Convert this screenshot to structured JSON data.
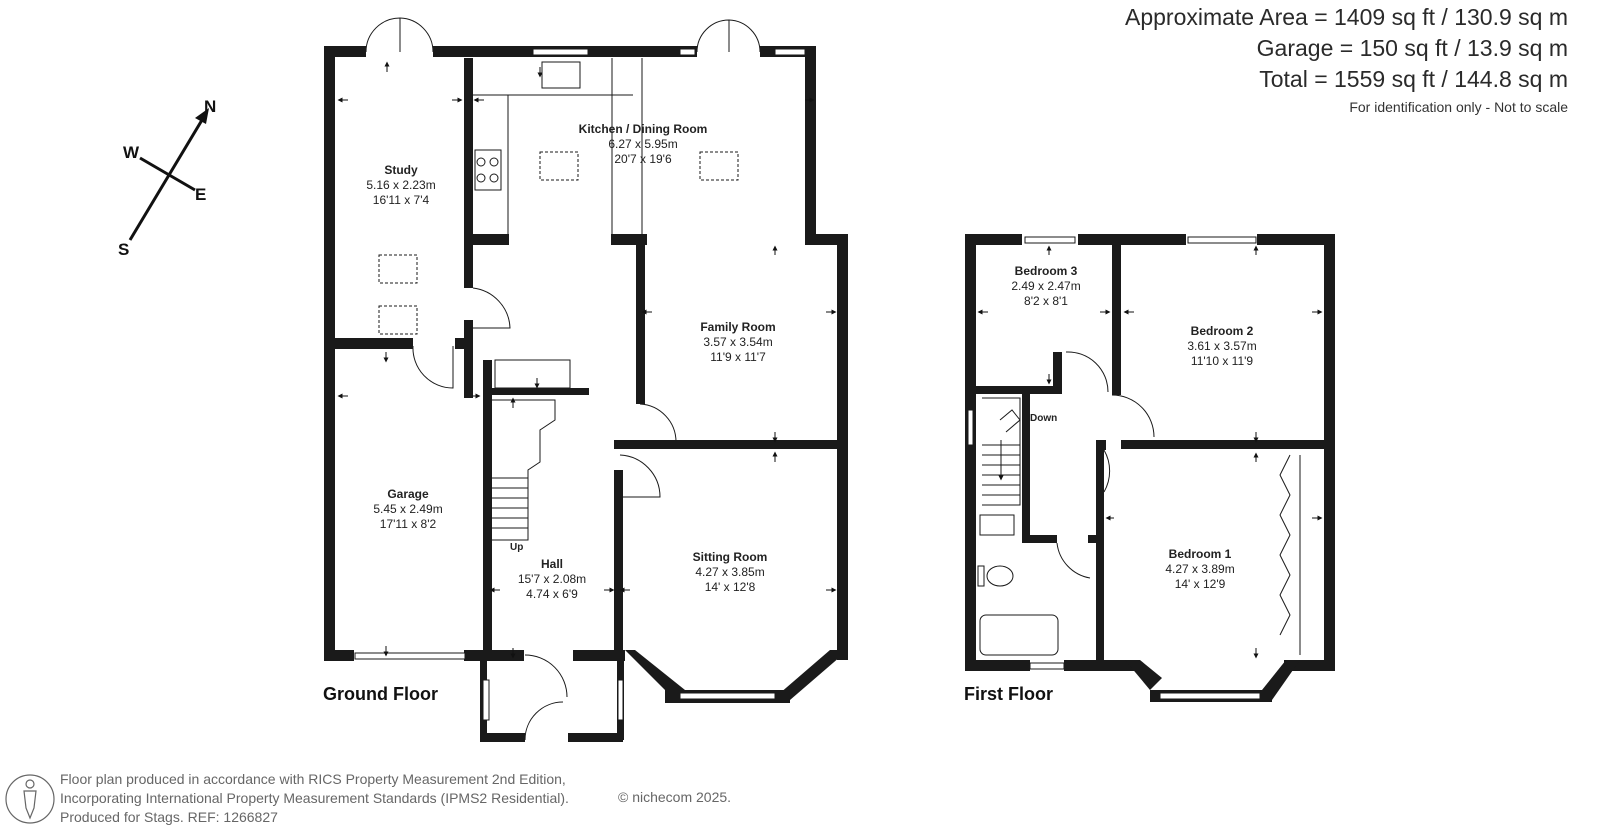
{
  "areas": {
    "approx_area": "Approximate Area = 1409 sq ft / 130.9 sq m",
    "garage": "Garage = 150 sq ft / 13.9 sq m",
    "total": "Total = 1559 sq ft / 144.8 sq m",
    "disclaimer": "For identification only - Not to scale"
  },
  "compass": {
    "n": "N",
    "e": "E",
    "s": "S",
    "w": "W"
  },
  "floors": {
    "ground": "Ground Floor",
    "first": "First Floor"
  },
  "rooms": {
    "kitchen": {
      "name": "Kitchen / Dining Room",
      "metric": "6.27 x 5.95m",
      "imperial": "20'7 x 19'6"
    },
    "study": {
      "name": "Study",
      "metric": "5.16 x 2.23m",
      "imperial": "16'11 x 7'4"
    },
    "family": {
      "name": "Family Room",
      "metric": "3.57 x 3.54m",
      "imperial": "11'9 x 11'7"
    },
    "garage": {
      "name": "Garage",
      "metric": "5.45 x 2.49m",
      "imperial": "17'11 x 8'2"
    },
    "hall": {
      "name": "Hall",
      "metric": "15'7 x 2.08m",
      "imperial": "4.74 x 6'9"
    },
    "sitting": {
      "name": "Sitting Room",
      "metric": "4.27 x 3.85m",
      "imperial": "14' x 12'8"
    },
    "bedroom3": {
      "name": "Bedroom 3",
      "metric": "2.49 x 2.47m",
      "imperial": "8'2 x 8'1"
    },
    "bedroom2": {
      "name": "Bedroom 2",
      "metric": "3.61 x 3.57m",
      "imperial": "11'10 x 11'9"
    },
    "bedroom1": {
      "name": "Bedroom 1",
      "metric": "4.27 x 3.89m",
      "imperial": "14' x 12'9"
    }
  },
  "stairs": {
    "up": "Up",
    "down": "Down"
  },
  "footer": {
    "line1": "Floor plan produced in accordance with RICS Property Measurement 2nd Edition,",
    "line2": "Incorporating International Property Measurement Standards (IPMS2 Residential).",
    "line3": "Produced for Stags.   REF: 1266827",
    "copyright": "© nichecom 2025."
  },
  "colors": {
    "wall": "#1a1a1a",
    "text": "#222222"
  }
}
